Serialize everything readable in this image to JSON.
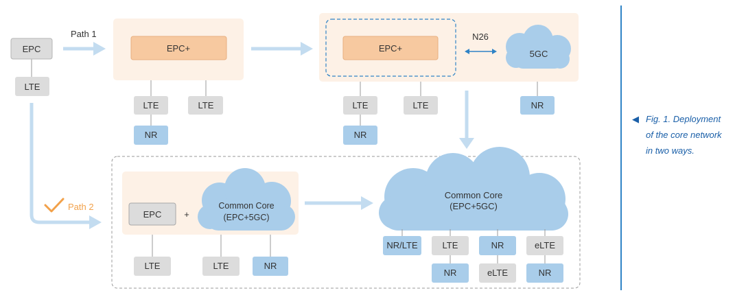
{
  "colors": {
    "grey_box": "#dcdcdc",
    "blue_box": "#a9cdea",
    "cloud": "#a9cdea",
    "peach_panel": "#fdf1e6",
    "epc_plus": "#f7c9a0",
    "arrow": "#c3dcf0",
    "dashed_blue": "#2f83c6",
    "path2_orange": "#f2a14a",
    "caption_blue": "#1a5fa8"
  },
  "labels": {
    "epc_left": "EPC",
    "lte_left": "LTE",
    "path1": "Path 1",
    "path2": "Path 2",
    "panel1_epcplus": "EPC+",
    "panel1_lte_a": "LTE",
    "panel1_lte_b": "LTE",
    "panel1_nr": "NR",
    "panel2_epcplus": "EPC+",
    "n26": "N26",
    "fivegc": "5GC",
    "panel2_lte_a": "LTE",
    "panel2_lte_b": "LTE",
    "panel2_nr_a": "NR",
    "panel2_nr_b": "NR",
    "bl_epc": "EPC",
    "plus": "+",
    "bl_cloud_line1": "Common Core",
    "bl_cloud_line2": "(EPC+5GC)",
    "bl_lte_a": "LTE",
    "bl_lte_b": "LTE",
    "bl_nr": "NR",
    "big_cloud_line1": "Common Core",
    "big_cloud_line2": "(EPC+5GC)",
    "br_nrlte": "NR/LTE",
    "br_lte": "LTE",
    "br_nr_top": "NR",
    "br_elte_top": "eLTE",
    "br_nr_b1": "NR",
    "br_elte_b": "eLTE",
    "br_nr_b2": "NR"
  },
  "caption": {
    "marker": "◀",
    "line1": "Fig. 1. Deployment",
    "line2": "of the core network",
    "line3": "in two ways."
  }
}
